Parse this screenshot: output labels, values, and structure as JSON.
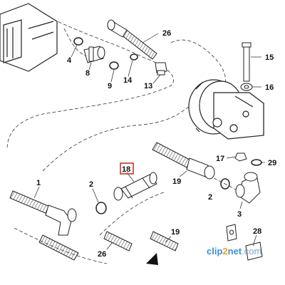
{
  "diagram": {
    "callouts": {
      "c1": "1",
      "c2a": "2",
      "c2b": "2",
      "c3": "3",
      "c4": "4",
      "c8": "8",
      "c9": "9",
      "c13": "13",
      "c14": "14",
      "c15": "15",
      "c16": "16",
      "c17": "17",
      "c18": "18",
      "c19a": "19",
      "c19b": "19",
      "c26a": "26",
      "c26b": "26",
      "c28": "28",
      "c29": "29"
    },
    "highlighted_callout": "18",
    "highlight_color": "#c0392b"
  },
  "watermark": {
    "part1": "clip",
    "part2": "2",
    "part3": "net",
    "part4": ".com",
    "color_main": "#3a8fd0",
    "color_accent": "#f0a020"
  }
}
